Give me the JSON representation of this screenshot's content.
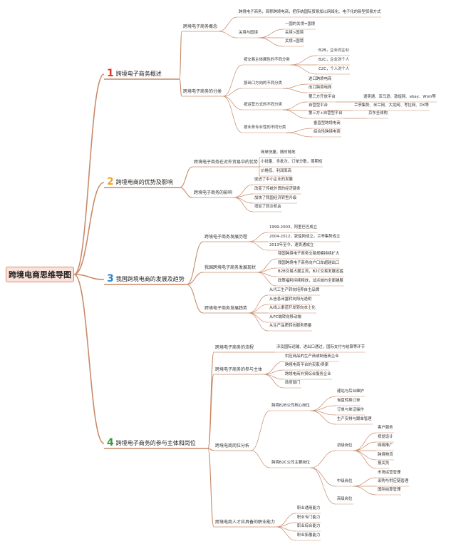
{
  "root": {
    "label": "跨境电商思维导图"
  },
  "sections": [
    {
      "num": "1",
      "color": "#e0342a",
      "label": "跨境电子商务概述",
      "children": [
        {
          "label": "跨境电子商务概念",
          "children": [
            {
              "label": "跨境电子商务，简称跨境电商，把传统国际贸易加以网络化、电子化的新型贸易方式"
            },
            {
              "label": "关境与国境",
              "children": [
                {
                  "label": "一国的关境=国境"
                },
                {
                  "label": "关境>国境"
                },
                {
                  "label": "关境<国境"
                }
              ]
            }
          ]
        },
        {
          "label": "跨境电子商务的分类",
          "children": [
            {
              "label": "按交易主体属性的不同分类",
              "children": [
                {
                  "label": "B2B，企业对企业"
                },
                {
                  "label": "B2C，企业对个人"
                },
                {
                  "label": "C2C，个人对个人"
                }
              ]
            },
            {
              "label": "按出口方向的不同分类",
              "children": [
                {
                  "label": "进口跨境电商"
                },
                {
                  "label": "出口跨境电商"
                }
              ]
            },
            {
              "label": "按运营方式的不同分类",
              "children": [
                {
                  "label": "第三方开放平台",
                  "children": [
                    {
                      "label": "速卖通、亚马逊、敦煌网、ebay、Wish等"
                    }
                  ]
                },
                {
                  "label": "自营型平台",
                  "children": [
                    {
                      "label": "兰亭集势、米兰网、大龙网、考拉网、DX等"
                    }
                  ]
                },
                {
                  "label": "第三方+自营型平台",
                  "children": [
                    {
                      "label": "京东全球购"
                    }
                  ]
                }
              ]
            },
            {
              "label": "按业务专业性的不同分类",
              "children": [
                {
                  "label": "垂直型跨境电商"
                },
                {
                  "label": "综合性跨境电商"
                }
              ]
            }
          ]
        }
      ]
    },
    {
      "num": "2",
      "color": "#f0a322",
      "label": "跨境电商的优势及影响",
      "children": [
        {
          "label": "跨境电子商务在对外贸易中的优势",
          "children": [
            {
              "label": "简单快捷，随时随地"
            },
            {
              "label": "小批量、多批次，订单分散，周期短"
            },
            {
              "label": "价格低、利润率高"
            }
          ]
        },
        {
          "label": "跨境电子商务的影响",
          "children": [
            {
              "label": "促进了中小企业的发展"
            },
            {
              "label": "改变了传统外贸的经济链条"
            },
            {
              "label": "加快了我国经济转型升级"
            },
            {
              "label": "增加了就业机会"
            }
          ]
        }
      ]
    },
    {
      "num": "3",
      "color": "#2c86c8",
      "label": "我国跨境电商的发展及趋势",
      "children": [
        {
          "label": "跨境电子商务发展历程",
          "children": [
            {
              "label": "1999-2003，阿里巴巴成立"
            },
            {
              "label": "2004-2012，敦煌网成立，兰亭集势成立"
            },
            {
              "label": "2013年至今，速卖通成立"
            }
          ]
        },
        {
          "label": "我国跨境电子商务发展现状",
          "children": [
            {
              "label": "我国跨境电子商务交易规模持续扩大"
            },
            {
              "label": "我国跨境电子商务向户口岸超越出口"
            },
            {
              "label": "B2B交易占据主流，B2C交易发展迅猛"
            },
            {
              "label": "政策福利持续释放，试点城市全面铺展"
            }
          ]
        },
        {
          "label": "跨境电子商务发展趋势",
          "children": [
            {
              "label": "从代工生产转向培养自主品牌"
            },
            {
              "label": "从信息闭塞转向阳光透明"
            },
            {
              "label": "从线上渠道开发转向本土化"
            },
            {
              "label": "从PC端转向移动端"
            },
            {
              "label": "从生产品质转向服务质量"
            }
          ]
        }
      ]
    },
    {
      "num": "4",
      "color": "#3a9b3a",
      "label": "跨境电子商务的参与主体和岗位",
      "children": [
        {
          "label": "跨境电子商务的流程",
          "children": [
            {
              "label": "涉及国际运输、进出口通过，国际支付与结算等环节"
            }
          ]
        },
        {
          "label": "跨境电子商务的参与主体",
          "children": [
            {
              "label": "供应商品的生产商或制造商企业"
            },
            {
              "label": "跨境电商平台的买家/卖家"
            },
            {
              "label": "跨境电商外贸综合服务企业"
            },
            {
              "label": "政府部门"
            }
          ]
        },
        {
          "label": "跨境电商岗位分析",
          "children": [
            {
              "label": "跨境B2B公司核心岗位",
              "children": [
                {
                  "label": "建站与后台维护"
                },
                {
                  "label": "询盘转换订单"
                },
                {
                  "label": "订单与单证操作"
                },
                {
                  "label": "生产安排与跟单管理"
                }
              ]
            },
            {
              "label": "跨境B2C公司主要岗位",
              "children": [
                {
                  "label": "初级岗位",
                  "children": [
                    {
                      "label": "客户服务"
                    },
                    {
                      "label": "视觉设计"
                    },
                    {
                      "label": "网络推广"
                    },
                    {
                      "label": "跨境物流"
                    },
                    {
                      "label": "报关员"
                    }
                  ]
                },
                {
                  "label": "中级岗位",
                  "children": [
                    {
                      "label": "市场运营管理"
                    },
                    {
                      "label": "采购与供应链管理"
                    },
                    {
                      "label": "国际结算管理"
                    }
                  ]
                },
                {
                  "label": "高级岗位"
                }
              ]
            }
          ]
        },
        {
          "label": "跨境电商人才应具备的职业能力",
          "children": [
            {
              "label": "职业通用能力"
            },
            {
              "label": "职业专门能力"
            },
            {
              "label": "职业综合能力"
            },
            {
              "label": "职业拓展能力"
            }
          ]
        }
      ]
    }
  ]
}
